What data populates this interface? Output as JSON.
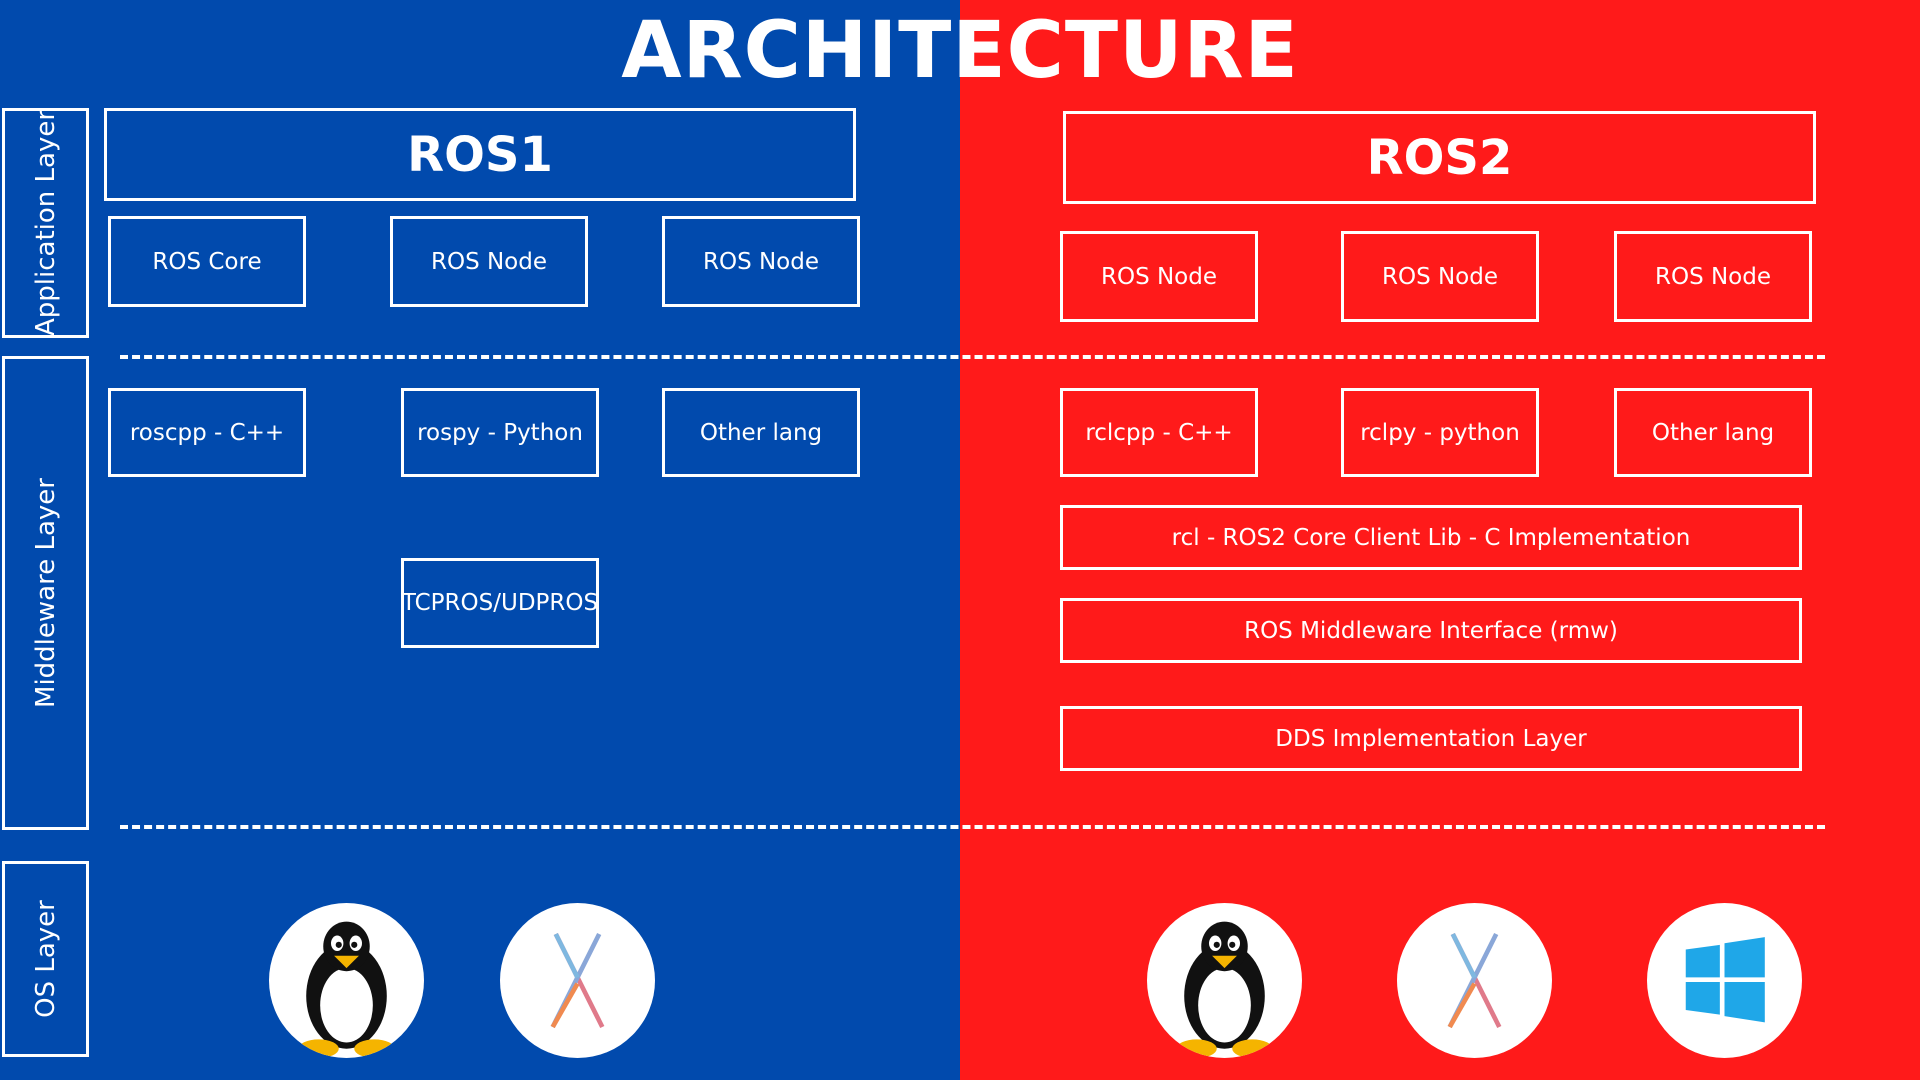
{
  "title": "ARCHITECTURE",
  "layers": {
    "application": "Application Layer",
    "middleware": "Middleware Layer",
    "os": "OS Layer"
  },
  "ros1": {
    "header": "ROS1",
    "app_boxes": [
      "ROS Core",
      "ROS Node",
      "ROS Node"
    ],
    "middleware_boxes": [
      "roscpp - C++",
      "rospy - Python",
      "Other lang"
    ],
    "transport": "TCPROS/UDPROS",
    "os_icons": [
      "linux-tux-icon",
      "macos-x-icon"
    ]
  },
  "ros2": {
    "header": "ROS2",
    "app_boxes": [
      "ROS Node",
      "ROS Node",
      "ROS Node"
    ],
    "middleware_boxes": [
      "rclcpp - C++",
      "rclpy - python",
      "Other lang"
    ],
    "rcl": "rcl - ROS2 Core Client Lib - C Implementation",
    "rmw": "ROS Middleware Interface (rmw)",
    "dds": "DDS Implementation Layer",
    "os_icons": [
      "linux-tux-icon",
      "macos-x-icon",
      "windows-icon"
    ]
  },
  "colors": {
    "ros1_background": "#014aad",
    "ros2_background": "#ff1a1a",
    "line": "#ffffff"
  }
}
